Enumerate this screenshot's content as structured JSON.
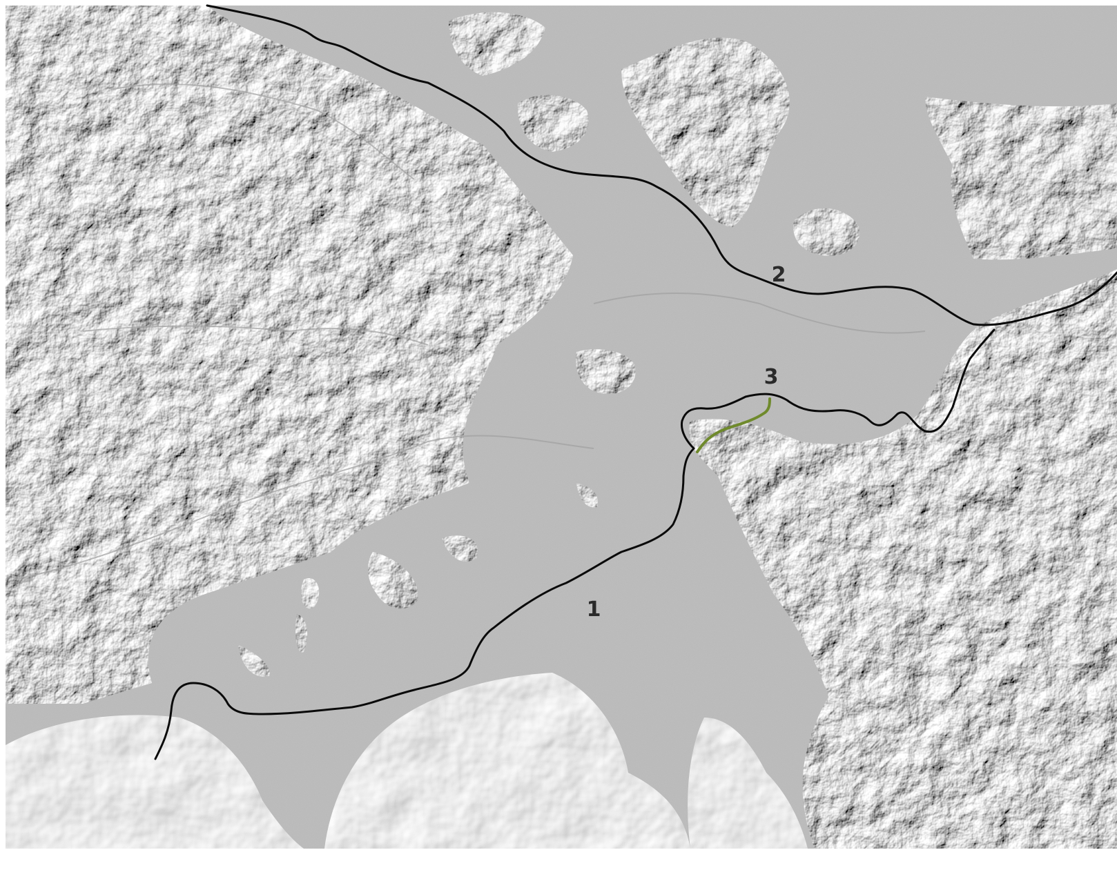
{
  "map": {
    "type": "shaded-relief",
    "colors": {
      "plain": "#b9b9b9",
      "relief_light": "#eeeeee",
      "relief_dark": "#3c3c3c",
      "route_black": "#0a0a0a",
      "route_green": "#6f8a2c"
    },
    "routes": [
      {
        "label": "1",
        "color": "#0a0a0a"
      },
      {
        "label": "2",
        "color": "#0a0a0a"
      },
      {
        "label": "3",
        "color": "#0a0a0a"
      },
      {
        "label": "",
        "color": "#6f8a2c"
      }
    ]
  }
}
